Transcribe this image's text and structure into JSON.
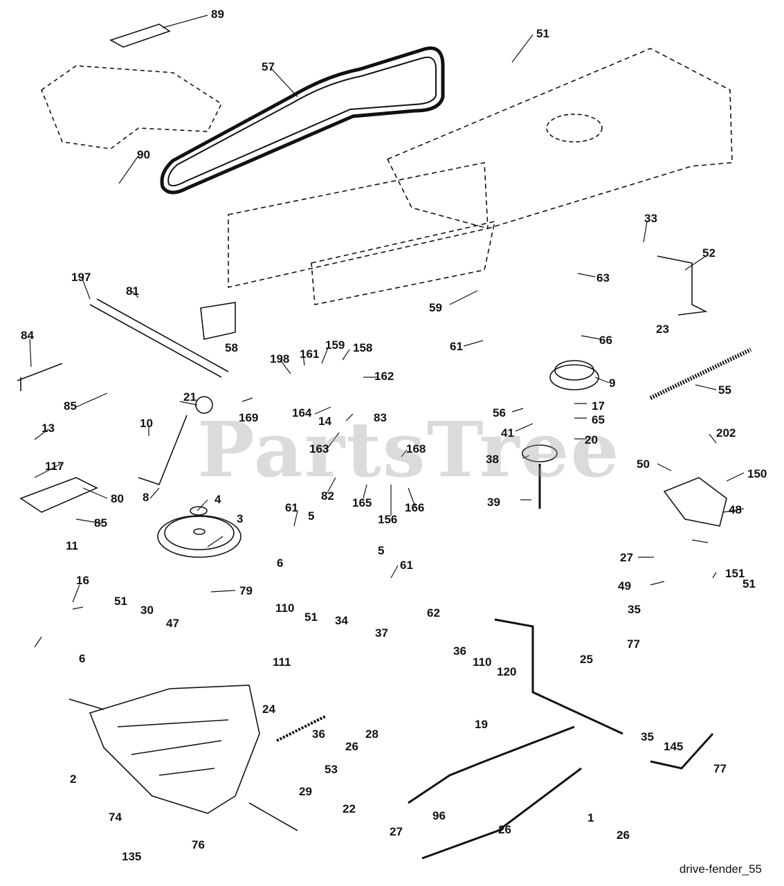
{
  "diagram": {
    "caption": "drive-fender_55",
    "watermark": "PartsTree",
    "callouts": [
      "89",
      "57",
      "51",
      "90",
      "33",
      "52",
      "63",
      "23",
      "197",
      "81",
      "59",
      "61",
      "66",
      "84",
      "198",
      "161",
      "159",
      "158",
      "162",
      "9",
      "55",
      "58",
      "85",
      "164",
      "14",
      "83",
      "17",
      "65",
      "20",
      "56",
      "41",
      "169",
      "21",
      "10",
      "163",
      "168",
      "202",
      "13",
      "38",
      "117",
      "80",
      "82",
      "165",
      "166",
      "156",
      "50",
      "150",
      "8",
      "39",
      "4",
      "48",
      "85",
      "61",
      "5",
      "3",
      "11",
      "27",
      "6",
      "5",
      "61",
      "151",
      "16",
      "79",
      "49",
      "51",
      "51",
      "30",
      "62",
      "110",
      "47",
      "35",
      "36",
      "110",
      "111",
      "51",
      "34",
      "120",
      "77",
      "6",
      "37",
      "25",
      "24",
      "28",
      "19",
      "26",
      "36",
      "35",
      "145",
      "2",
      "53",
      "77",
      "29",
      "96",
      "74",
      "22",
      "26",
      "1",
      "76",
      "27",
      "26",
      "135"
    ]
  },
  "colors": {
    "ink": "#111111",
    "background": "#ffffff",
    "watermark": "#a0a0a0"
  }
}
